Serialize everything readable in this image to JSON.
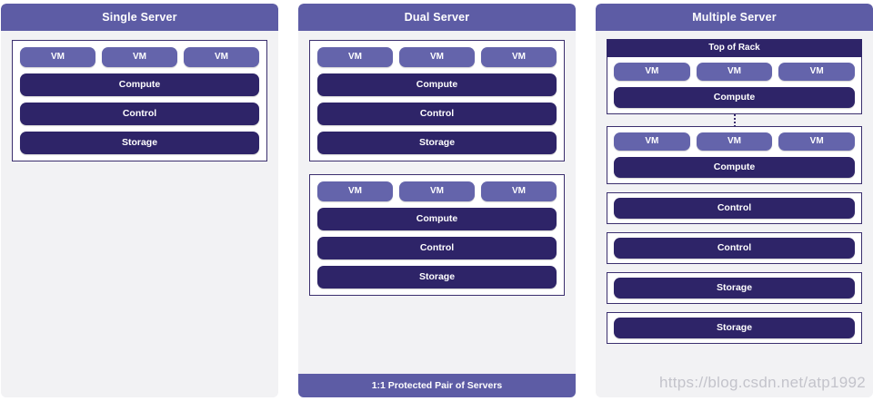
{
  "panels": [
    {
      "title": "Single Server",
      "groups": [
        {
          "kind": "stack",
          "vms": [
            "VM",
            "VM",
            "VM"
          ],
          "layers": [
            "Compute",
            "Control",
            "Storage"
          ]
        }
      ],
      "footer": null
    },
    {
      "title": "Dual Server",
      "groups": [
        {
          "kind": "stack",
          "vms": [
            "VM",
            "VM",
            "VM"
          ],
          "layers": [
            "Compute",
            "Control",
            "Storage"
          ]
        },
        {
          "kind": "stack",
          "vms": [
            "VM",
            "VM",
            "VM"
          ],
          "layers": [
            "Compute",
            "Control",
            "Storage"
          ]
        }
      ],
      "footer": "1:1 Protected Pair of Servers"
    },
    {
      "title": "Multiple Server",
      "groups": [
        {
          "kind": "rack",
          "rack_label": "Top of Rack",
          "vms": [
            "VM",
            "VM",
            "VM"
          ],
          "layers": [
            "Compute"
          ]
        },
        {
          "kind": "stack",
          "vms": [
            "VM",
            "VM",
            "VM"
          ],
          "layers": [
            "Compute"
          ]
        },
        {
          "kind": "bar",
          "layers": [
            "Control"
          ]
        },
        {
          "kind": "bar",
          "layers": [
            "Control"
          ]
        },
        {
          "kind": "bar",
          "layers": [
            "Storage"
          ]
        },
        {
          "kind": "bar",
          "layers": [
            "Storage"
          ]
        }
      ],
      "footer": null
    }
  ],
  "watermark": "https://blog.csdn.net/atp1992",
  "colors": {
    "header_purple": "#5d5ca5",
    "vm_purple": "#6464ab",
    "layer_dark": "#2e2468",
    "box_border": "#3b2f6e",
    "panel_bg": "#f2f2f4",
    "box_fill": "#ffffff"
  }
}
